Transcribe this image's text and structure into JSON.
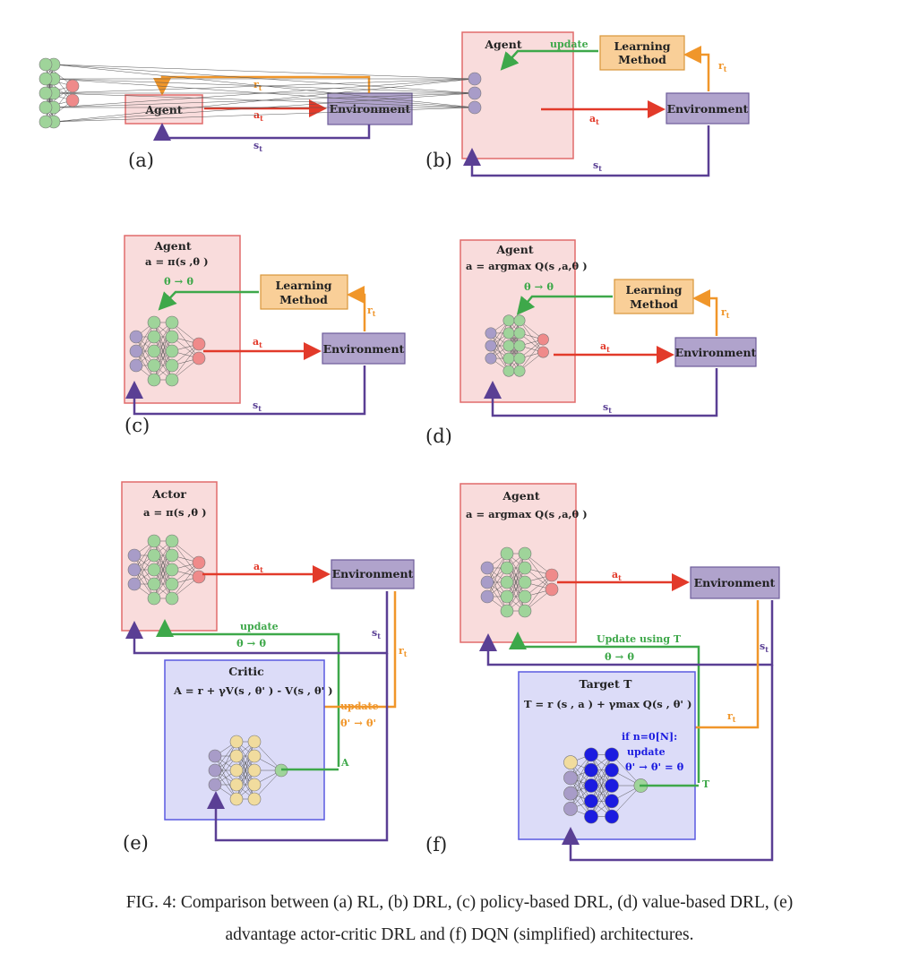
{
  "colors": {
    "reward": "#f0962a",
    "action": "#e23a2a",
    "state": "#5a3f94",
    "update": "#3ea84a",
    "agent_fill": "#f9dcdc",
    "agent_stroke": "#e16b6b",
    "env_fill": "#b0a3cc",
    "learn_fill": "#f9cf98",
    "critic_fill": "#dcdcf8",
    "target_blue": "#1b1be0",
    "node_purple": "#a89cc8",
    "node_green": "#9fd49a",
    "node_red": "#ef8a8a",
    "node_yellow": "#f1dc9e"
  },
  "labels": {
    "agent": "Agent",
    "environment": "Environment",
    "learning_method_1": "Learning",
    "learning_method_2": "Method",
    "update": "update",
    "update_using_T": "Update using T",
    "actor": "Actor",
    "critic": "Critic",
    "target": "Target T",
    "r_t": "r",
    "a_t": "a",
    "s_t": "s",
    "sub_t": "t"
  },
  "formulas": {
    "policy": "a = π(s ,θ )",
    "value": "a = argmax Q(s ,a,θ )",
    "theta_update": "θ → θ",
    "theta_update_prime": "θ' → θ'",
    "advantage": "A = r + γV(s , θ' ) - V(s , θ' )",
    "advantage_label": "A",
    "target_eq": "T = r (s , a ) + γmax Q(s , θ' )",
    "if_n": "if n=0[N]:",
    "update_lower": "update",
    "target_theta": "θ' → θ' = θ",
    "T_t": "T"
  },
  "panels": [
    "(a)",
    "(b)",
    "(c)",
    "(d)",
    "(e)",
    "(f)"
  ],
  "caption": {
    "line1": "FIG. 4: Comparison between (a) RL, (b) DRL, (c) policy-based DRL, (d) value-based DRL, (e)",
    "line2": "advantage actor-critic DRL and (f) DQN (simplified) architectures."
  }
}
